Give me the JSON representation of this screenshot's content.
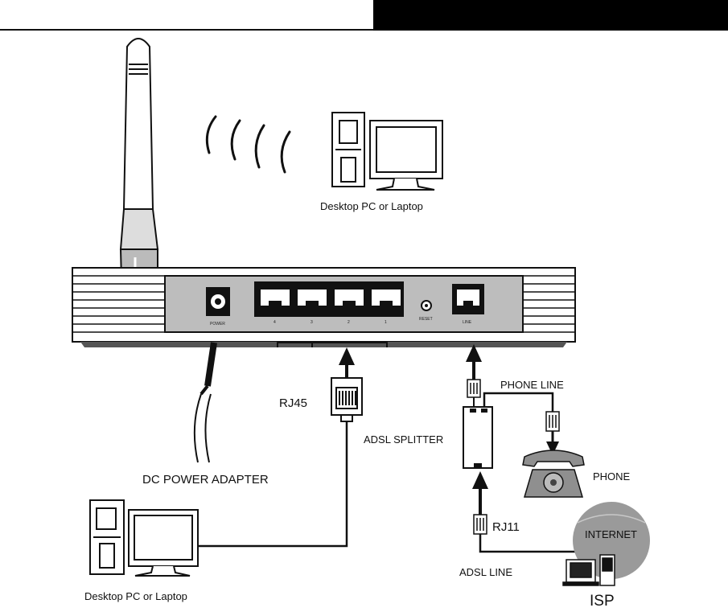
{
  "labels": {
    "pc_top": "Desktop PC or Laptop",
    "pc_bottom": "Desktop PC or Laptop",
    "rj45": "RJ45",
    "dc_power": "DC POWER ADAPTER",
    "adsl_splitter": "ADSL SPLITTER",
    "phone_line": "PHONE LINE",
    "phone": "PHONE",
    "rj11": "RJ11",
    "adsl_line": "ADSL LINE",
    "internet": "INTERNET",
    "isp": "ISP"
  },
  "router_port_labels": {
    "power": "POWER",
    "lan4": "4",
    "lan3": "3",
    "lan2": "2",
    "lan1": "1",
    "reset": "RESET",
    "line": "LINE"
  },
  "colors": {
    "ink": "#111111",
    "header_bar": "#000000",
    "panel_gray": "#bdbdbd",
    "globe_gray": "#9a9a9a",
    "phone_gray": "#8f8f8f"
  }
}
